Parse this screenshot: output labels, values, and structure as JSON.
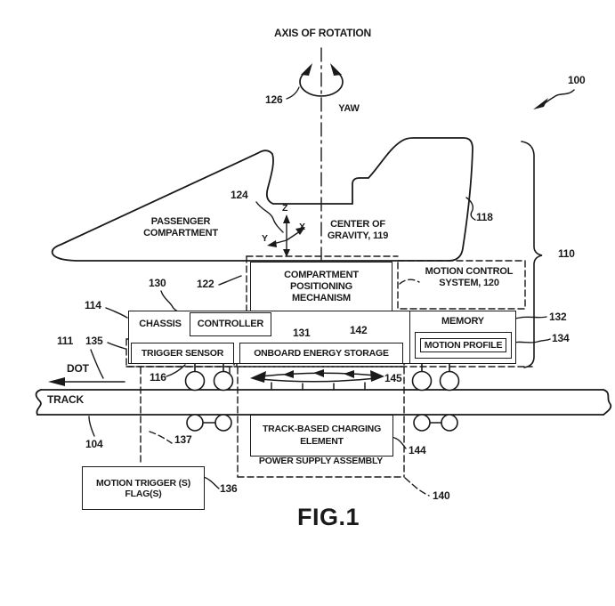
{
  "colors": {
    "ink": "#1a1a1a",
    "background": "#ffffff"
  },
  "header": {
    "axis_of_rotation": "AXIS OF ROTATION",
    "yaw_label": "YAW"
  },
  "vehicle": {
    "passenger_compartment": "PASSENGER COMPARTMENT",
    "center_of_gravity": "CENTER OF GRAVITY, 119",
    "axis_triad": {
      "x": "X",
      "y": "Y",
      "z": "Z"
    }
  },
  "boxes": {
    "compartment_positioning_mechanism": "COMPARTMENT POSITIONING MECHANISM",
    "motion_control_system": "MOTION CONTROL SYSTEM, 120",
    "chassis": "CHASSIS",
    "controller": "CONTROLLER",
    "memory": "MEMORY",
    "motion_profile": "MOTION PROFILE",
    "trigger_sensor": "TRIGGER SENSOR",
    "onboard_energy_storage": "ONBOARD ENERGY STORAGE",
    "track_based_charging_element": "TRACK-BASED CHARGING ELEMENT",
    "power_supply_assembly": "POWER SUPPLY ASSEMBLY",
    "motion_trigger_flags": {
      "line1": "MOTION TRIGGER (S)",
      "line2": "FLAG(S)"
    }
  },
  "track": {
    "label": "TRACK",
    "direction_of_travel": "DOT"
  },
  "refs": {
    "r100": "100",
    "r104": "104",
    "r110": "110",
    "r111": "111",
    "r114": "114",
    "r116": "116",
    "r118": "118",
    "r122": "122",
    "r124": "124",
    "r126": "126",
    "r130": "130",
    "r131": "131",
    "r132": "132",
    "r134": "134",
    "r135": "135",
    "r136": "136",
    "r137": "137",
    "r140": "140",
    "r142": "142",
    "r144": "144",
    "r145": "145"
  },
  "caption": "FIG.1"
}
